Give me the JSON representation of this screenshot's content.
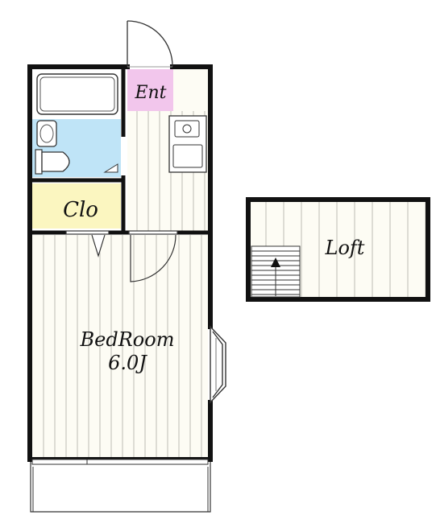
{
  "rooms": {
    "entrance": "Ent",
    "closet": "Clo",
    "bedroom": "BedRoom",
    "bedroom_size": "6.0J",
    "loft": "Loft"
  },
  "colors": {
    "wall": "#111111",
    "floor": "#fdfcf4",
    "floor_line": "#bdbdb4",
    "entrance": "#f2c6ec",
    "closet": "#fbf6c0",
    "bath_floor": "#bfe4f7"
  }
}
